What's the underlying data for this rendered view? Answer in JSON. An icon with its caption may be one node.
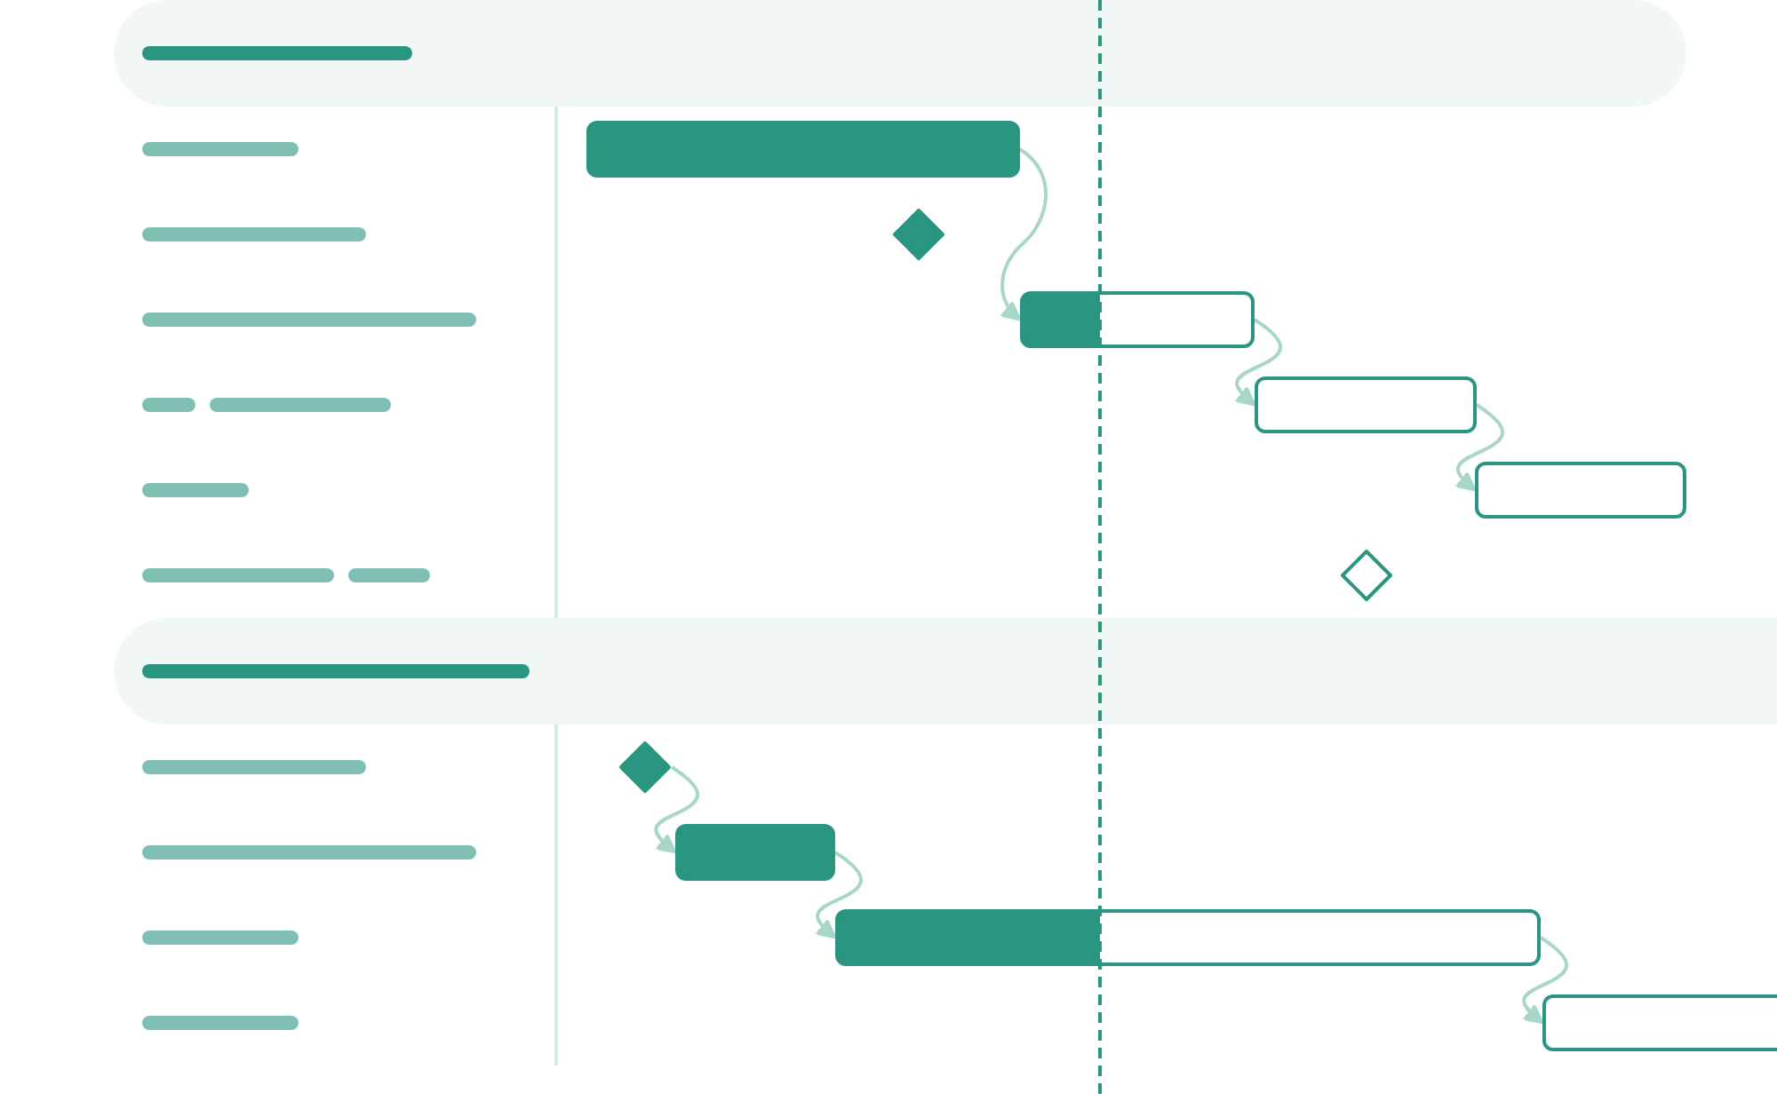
{
  "diagram": {
    "nodes": [
      {
        "text": [],
        "shape": "bar"
      },
      {
        "text": [],
        "shape": "diamond"
      },
      {
        "text": [],
        "shape": "bar"
      },
      {
        "text": [],
        "shape": "bar"
      },
      {
        "text": [],
        "shape": "bar"
      },
      {
        "text": [],
        "shape": "diamond"
      },
      {
        "text": [],
        "shape": "diamond"
      },
      {
        "text": [],
        "shape": "bar"
      },
      {
        "text": [],
        "shape": "bar"
      },
      {
        "text": [],
        "shape": "bar"
      }
    ],
    "edges": [
      {
        "from": 0,
        "to": 2,
        "arrow": "to"
      },
      {
        "from": 2,
        "to": 3,
        "arrow": "to"
      },
      {
        "from": 3,
        "to": 4,
        "arrow": "to"
      },
      {
        "from": 6,
        "to": 7,
        "arrow": "to"
      },
      {
        "from": 7,
        "to": 8,
        "arrow": "to"
      },
      {
        "from": 8,
        "to": 9,
        "arrow": "to"
      }
    ]
  }
}
